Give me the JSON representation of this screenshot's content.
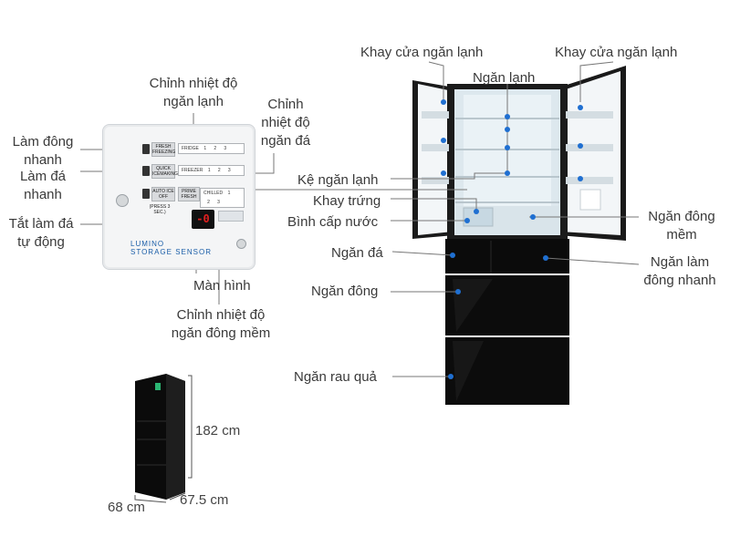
{
  "labels": {
    "khay_cua_trai": "Khay cửa ngăn lạnh",
    "khay_cua_phai": "Khay cửa ngăn lạnh",
    "ngan_lanh": "Ngăn lạnh",
    "ke_ngan_lanh": "Kệ ngăn lạnh",
    "khay_trung": "Khay trứng",
    "binh_cap_nuoc": "Bình cấp nước",
    "ngan_dong_mem_1": "Ngăn đông",
    "ngan_dong_mem_2": "mềm",
    "ngan_da": "Ngăn đá",
    "ngan_lam_dong_nhanh_1": "Ngăn làm",
    "ngan_lam_dong_nhanh_2": "đông nhanh",
    "ngan_dong": "Ngăn đông",
    "ngan_rau_qua": "Ngăn rau quả",
    "chinh_nhiet_do_ngan_lanh_1": "Chỉnh nhiệt độ",
    "chinh_nhiet_do_ngan_lanh_2": "ngăn lạnh",
    "chinh_nhiet_do_ngan_da_1": "Chỉnh",
    "chinh_nhiet_do_ngan_da_2": "nhiệt độ",
    "chinh_nhiet_do_ngan_da_3": "ngăn đá",
    "lam_dong_nhanh_1": "Làm đông",
    "lam_dong_nhanh_2": "nhanh",
    "lam_da_nhanh_1": "Làm đá",
    "lam_da_nhanh_2": "nhanh",
    "tat_lam_da_1": "Tắt làm đá",
    "tat_lam_da_2": "tự động",
    "man_hinh": "Màn hình",
    "chinh_nhiet_do_dong_mem_1": "Chỉnh nhiệt độ",
    "chinh_nhiet_do_dong_mem_2": "ngăn đông mềm"
  },
  "panel": {
    "fresh_freezing": "FRESH FREEZING",
    "quick_ice": "QUICK ICEMAKING",
    "auto_ice_off": "AUTO ICE OFF",
    "press3": "(PRESS 3 SEC.)",
    "fridge": "FRIDGE",
    "freezer": "FREEZER",
    "prime_fresh": "PRIME FRESH",
    "chilled": "CHILLED",
    "n1": "1",
    "n2": "2",
    "n3": "3",
    "display": "-0",
    "brand_1": "LUMINO",
    "brand_2": "STORAGE SENSOR"
  },
  "dimensions": {
    "height": "182 cm",
    "width": "68 cm",
    "depth": "67.5 cm"
  },
  "colors": {
    "dot": "#1f6fd1",
    "line": "#777777",
    "glass": "#0c0c0c"
  }
}
